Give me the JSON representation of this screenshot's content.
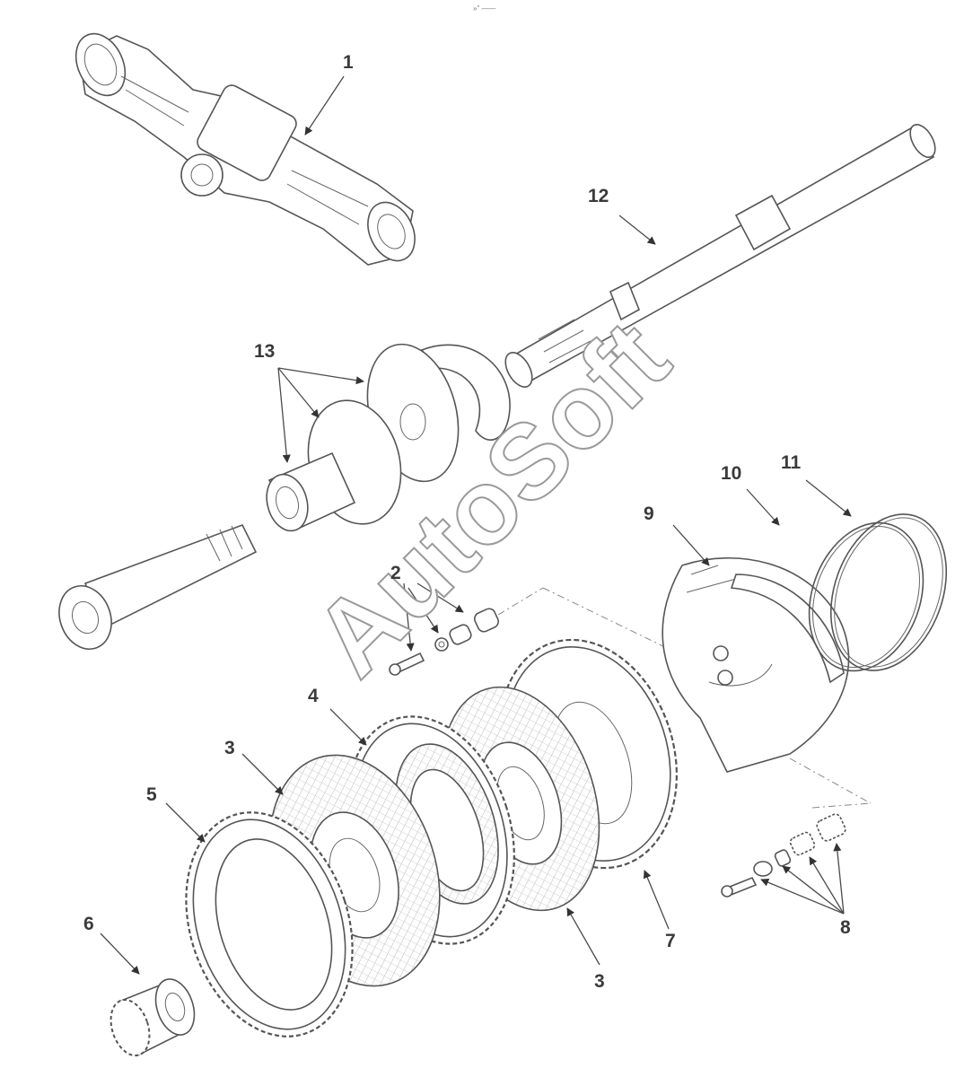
{
  "header": {
    "text": "»” ——"
  },
  "watermark": {
    "text": "AutoSoft"
  },
  "callouts": [
    {
      "id": "c1",
      "label": "1"
    },
    {
      "id": "c2",
      "label": "2"
    },
    {
      "id": "c3a",
      "label": "3"
    },
    {
      "id": "c3b",
      "label": "3"
    },
    {
      "id": "c4",
      "label": "4"
    },
    {
      "id": "c5",
      "label": "5"
    },
    {
      "id": "c6",
      "label": "6"
    },
    {
      "id": "c7",
      "label": "7"
    },
    {
      "id": "c8",
      "label": "8"
    },
    {
      "id": "c9",
      "label": "9"
    },
    {
      "id": "c10",
      "label": "10"
    },
    {
      "id": "c11",
      "label": "11"
    },
    {
      "id": "c12",
      "label": "12"
    },
    {
      "id": "c13",
      "label": "13"
    }
  ],
  "colors": {
    "line": "#555555",
    "label": "#3a3a3a",
    "watermark_outline": "#9a9a9a"
  }
}
